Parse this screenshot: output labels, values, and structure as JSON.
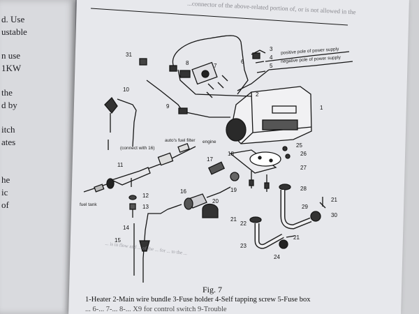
{
  "left_page": {
    "lines": [
      "d. Use",
      "ustable",
      "n use",
      "1KW",
      "the",
      "d by",
      "itch",
      "ates",
      "he",
      "ic",
      "of"
    ]
  },
  "right_page": {
    "header_text": "...connector of the above-related portion of, or is not allowed in the",
    "figure_number": "Fig. 7",
    "legend_line1": "1-Heater   2-Main wire bundle   3-Fuse holder   4-Self tapping screw   5-Fuse box",
    "legend_line2": "...   6-...   7-...   8-...   X9 for control switch   9-Trouble",
    "bleed_text": "... is in flow and ... of the ... for ... to the ..."
  },
  "diagram": {
    "labels": {
      "l1": "1",
      "l2": "2",
      "l3": "3",
      "l4": "4",
      "l5": "5",
      "l6": "6",
      "l7": "7",
      "l8": "8",
      "l9": "9",
      "l10": "10",
      "l11": "11",
      "l12": "12",
      "l13": "13",
      "l14": "14",
      "l15": "15",
      "l16": "16",
      "l17": "17",
      "l18": "18",
      "l19": "19",
      "l20": "20",
      "l21": "21",
      "l22": "22",
      "l23": "23",
      "l24": "24",
      "l25": "25",
      "l26": "26",
      "l27": "27",
      "l28": "28",
      "l29": "29",
      "l30": "30",
      "l31": "31",
      "l21b": "21",
      "l21c": "21"
    },
    "notes": {
      "positive": "positive pole of power supply",
      "negative": "negative pole of power supply",
      "filter": "auto's fuel filter",
      "connect": "(connect with 16)",
      "engine": "engine",
      "fuel_tank": "fuel tank"
    }
  }
}
